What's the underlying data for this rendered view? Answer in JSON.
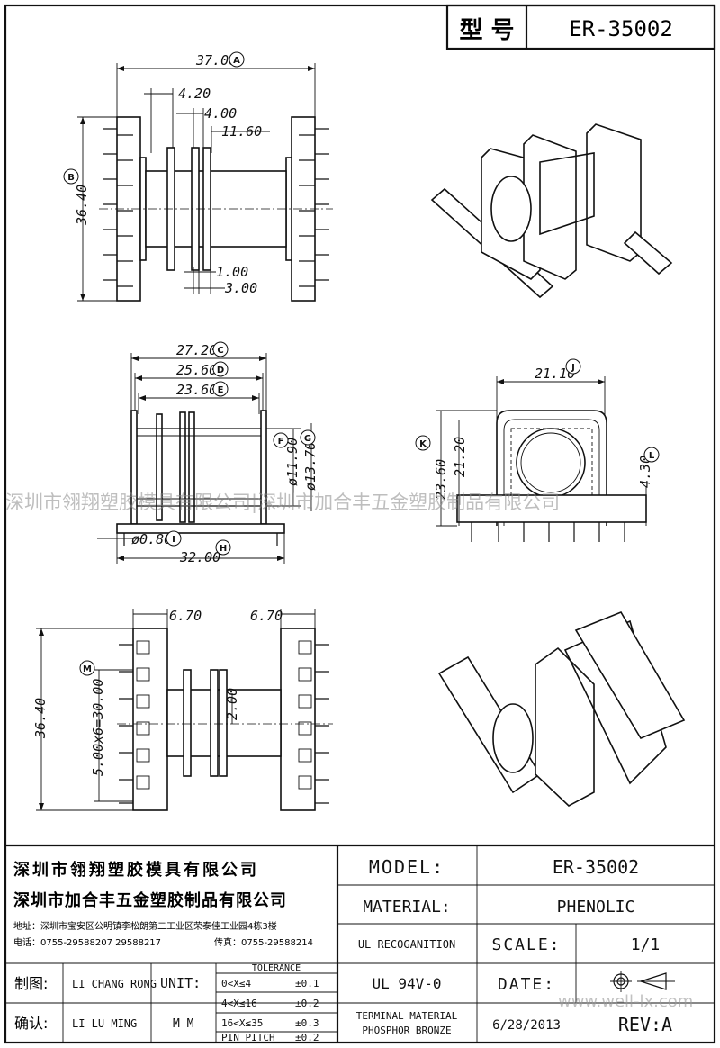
{
  "header": {
    "label_cn": "型 号",
    "model": "ER-35002"
  },
  "dims": {
    "A": "37.00",
    "w420": "4.20",
    "w400": "4.00",
    "w1160": "11.60",
    "B": "36.40",
    "w100": "1.00",
    "w300": "3.00",
    "C": "27.20",
    "D": "25.60",
    "E": "23.60",
    "F": "ø11.90",
    "G": "ø13.70",
    "I": "ø0.80",
    "H": "32.00",
    "J": "21.10",
    "K": "23.60",
    "h2120": "21.20",
    "L": "4.30",
    "w670a": "6.70",
    "w670b": "6.70",
    "h3640": "36.40",
    "M": "5.00x6=30.00",
    "h200": "2.00"
  },
  "letters": {
    "A": "A",
    "B": "B",
    "C": "C",
    "D": "D",
    "E": "E",
    "F": "F",
    "G": "G",
    "H": "H",
    "I": "I",
    "J": "J",
    "K": "K",
    "L": "L",
    "M": "M"
  },
  "watermark": "深圳市翎翔塑胶模具有限公司|深圳市加合丰五金塑胶制品有限公司",
  "title_block": {
    "company1": "深圳市翎翔塑胶模具有限公司",
    "company2": "深圳市加合丰五金塑胶制品有限公司",
    "address": "地址：深圳市宝安区公明镇李松朗第二工业区荣泰佳工业园4栋3楼",
    "phone": "电话：0755-29588207  29588217",
    "fax": "传真：0755-29588214",
    "drawn_label": "制图:",
    "drawn_name": "LI CHANG RONG",
    "checked_label": "确认:",
    "checked_name": "LI LU MING",
    "unit_label": "UNIT:",
    "unit_value": "M M",
    "tol_header": "TOLERANCE",
    "tol_rows": [
      {
        "range": "0<X≤4",
        "val": "±0.1"
      },
      {
        "range": "4<X≤16",
        "val": "±0.2"
      },
      {
        "range": "16<X≤35",
        "val": "±0.3"
      },
      {
        "range": "PIN PITCH",
        "val": "±0.2"
      }
    ],
    "model_label": "MODEL:",
    "model_value": "ER-35002",
    "material_label": "MATERIAL:",
    "material_value": "PHENOLIC",
    "ul_label": "UL RECOGANITION",
    "scale_label": "SCALE:",
    "scale_value": "1/1",
    "ul_value": "UL 94V-0",
    "date_label": "DATE:",
    "terminal1": "TERMINAL MATERIAL",
    "terminal2": "PHOSPHOR  BRONZE",
    "date_value": "6/28/2013",
    "rev": "REV:A",
    "site": "www.well-lx.com"
  }
}
